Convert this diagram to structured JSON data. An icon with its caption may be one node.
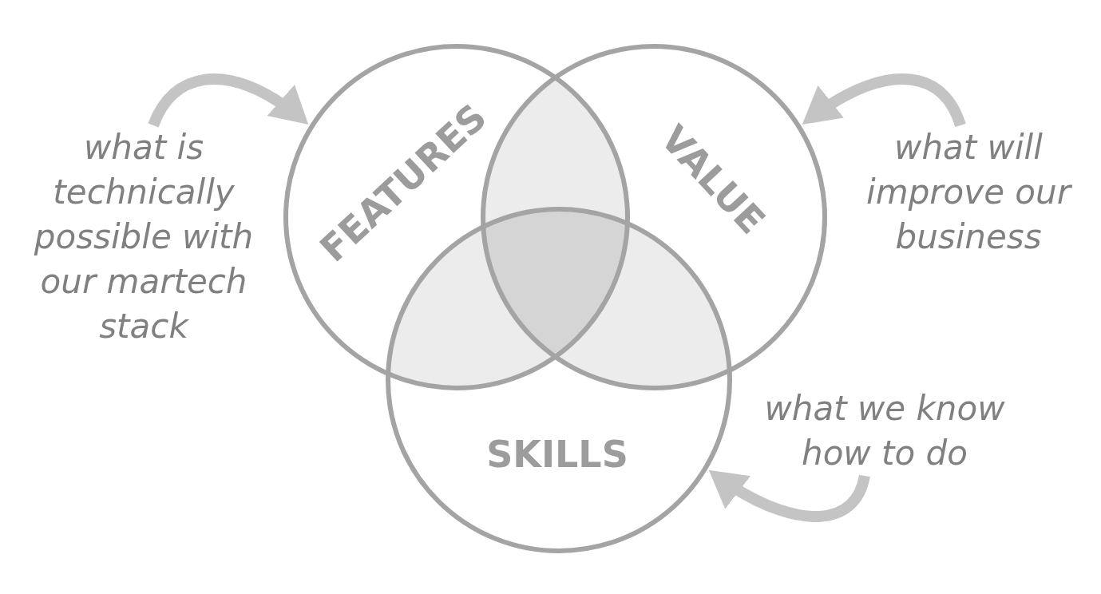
{
  "diagram": {
    "nodes": [
      {
        "text": [
          "what is technically possible with our martech stack"
        ]
      },
      {
        "text": [
          "FEATURES"
        ]
      },
      {
        "text": [
          "VALUE"
        ]
      },
      {
        "text": [
          "what will improve our business"
        ]
      },
      {
        "text": [
          "SKILLS"
        ]
      },
      {
        "text": [
          "what we know how to do"
        ]
      }
    ],
    "edges": [
      {
        "from": 0,
        "to": 1,
        "arrow": "to"
      },
      {
        "from": 3,
        "to": 2,
        "arrow": "to"
      },
      {
        "from": 5,
        "to": 4,
        "arrow": "to"
      }
    ]
  }
}
